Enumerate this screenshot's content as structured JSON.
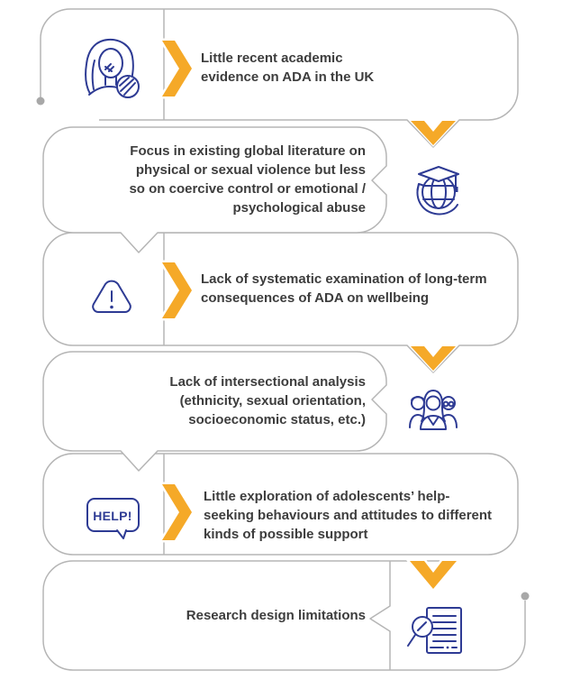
{
  "diagram": {
    "boxes": [
      {
        "icon": "woman-silenced-icon",
        "text": "Little recent academic\nevidence on ADA in the UK"
      },
      {
        "icon": "global-education-icon",
        "text": "Focus in existing global literature on\nphysical or sexual violence but less\nso on coercive control or emotional /\npsychological abuse"
      },
      {
        "icon": "warning-triangle-icon",
        "text": "Lack of systematic examination of long-term\nconsequences of ADA on wellbeing"
      },
      {
        "icon": "diverse-group-icon",
        "text": "Lack of intersectional analysis\n(ethnicity, sexual orientation,\nsocioeconomic status, etc.)"
      },
      {
        "icon": "help-speech-bubble-icon",
        "text": "Little exploration of adolescents’ help-\nseeking behaviours and attitudes to different\nkinds of possible support"
      },
      {
        "icon": "document-search-icon",
        "text": "Research design limitations"
      }
    ],
    "help_bubble_label": "HELP!",
    "colors": {
      "arrow_yellow": "#F5A928",
      "icon_blue": "#2E3B94",
      "outline_gray": "#B5B5B5",
      "text_dark": "#3D3D3D"
    }
  }
}
